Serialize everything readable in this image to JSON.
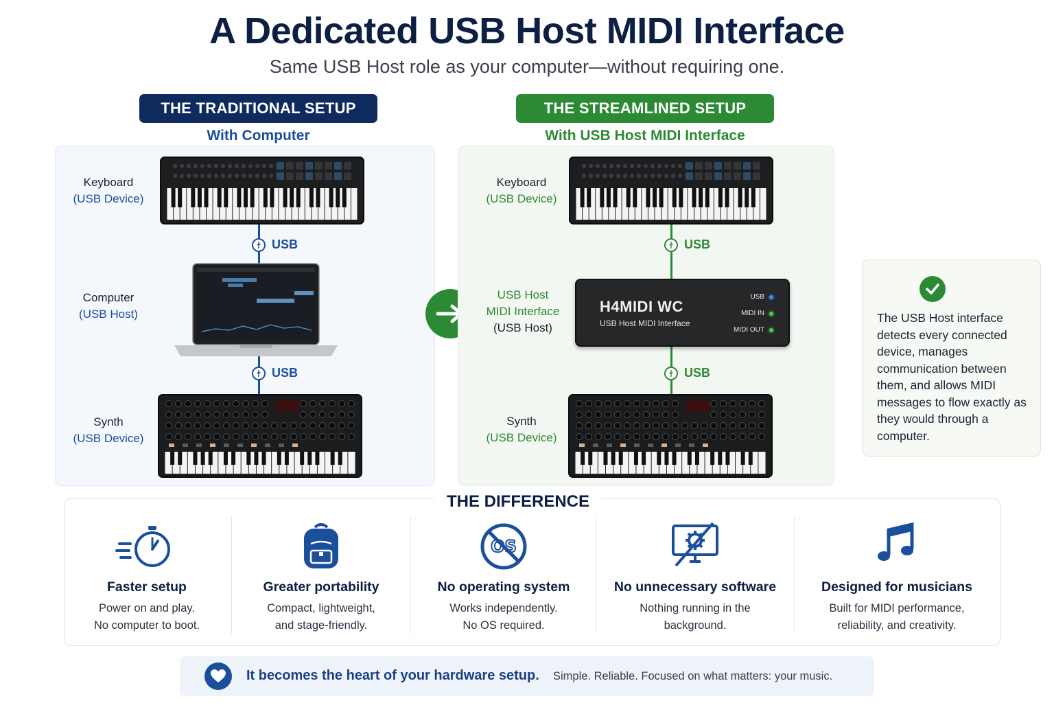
{
  "header": {
    "title": "A Dedicated USB Host MIDI Interface",
    "subtitle": "Same USB Host role as your computer—without requiring one."
  },
  "traditional": {
    "heading": "THE TRADITIONAL SETUP",
    "subheading": "With Computer",
    "devices": [
      {
        "name": "Keyboard",
        "role": "(USB Device)"
      },
      {
        "name": "Computer",
        "role": "(USB Host)"
      },
      {
        "name": "Synth",
        "role": "(USB Device)"
      }
    ],
    "connections": [
      "USB",
      "USB"
    ]
  },
  "streamlined": {
    "heading": "THE STREAMLINED SETUP",
    "subheading": "With USB Host MIDI Interface",
    "devices": [
      {
        "name": "Keyboard",
        "role": "(USB Device)"
      },
      {
        "name_line1": "USB Host",
        "name_line2": "MIDI Interface",
        "role": "(USB Host)"
      },
      {
        "name": "Synth",
        "role": "(USB Device)"
      }
    ],
    "connections": [
      "USB",
      "USB"
    ],
    "interface": {
      "model": "H4MIDI WC",
      "caption": "USB Host MIDI Interface",
      "indicators": [
        {
          "label": "USB",
          "color": "#3d8ef0"
        },
        {
          "label": "MIDI IN",
          "color": "#4ccf4f"
        },
        {
          "label": "MIDI OUT",
          "color": "#4ccf4f"
        }
      ]
    }
  },
  "callout": {
    "text": "The USB Host interface detects every connected device, manages communication between them, and allows MIDI messages to flow exactly as they would through a computer."
  },
  "difference": {
    "title": "THE DIFFERENCE",
    "features": [
      {
        "icon": "stopwatch-icon",
        "title": "Faster setup",
        "line1": "Power on and play.",
        "line2": "No computer to boot."
      },
      {
        "icon": "backpack-icon",
        "title": "Greater portability",
        "line1": "Compact, lightweight,",
        "line2": "and stage-friendly."
      },
      {
        "icon": "no-os-icon",
        "title": "No operating system",
        "line1": "Works independently.",
        "line2": "No OS required."
      },
      {
        "icon": "no-software-icon",
        "title": "No unnecessary software",
        "line1": "Nothing running in the",
        "line2": "background."
      },
      {
        "icon": "music-note-icon",
        "title": "Designed for musicians",
        "line1": "Built for MIDI performance,",
        "line2": "reliability, and creativity."
      }
    ]
  },
  "banner": {
    "strong": "It becomes the heart of your hardware setup.",
    "rest": "Simple. Reliable. Focused on what matters: your music."
  },
  "colors": {
    "navy": "#0f2a5c",
    "blue": "#1b4f9c",
    "green": "#2c8a34"
  }
}
